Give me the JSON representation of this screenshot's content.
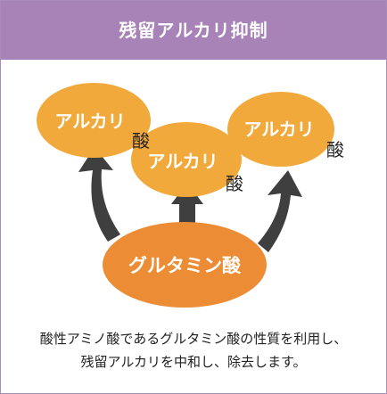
{
  "title": "残留アルカリ抑制",
  "diagram": {
    "alkali_left": {
      "main": "アルカリ",
      "suffix": "酸"
    },
    "alkali_center": {
      "main": "アルカリ",
      "suffix": "酸"
    },
    "alkali_right": {
      "main": "アルカリ",
      "suffix": "酸"
    },
    "glutamic": "グルタミン酸"
  },
  "caption": {
    "line1": "酸性アミノ酸であるグルタミン酸の性質を利用し、",
    "line2": "残留アルカリを中和し、除去します。"
  },
  "colors": {
    "header": "#a883b8",
    "border": "#a98cbc",
    "alkali_fill": "#f2a93b",
    "glutamic_fill": "#ec8c34",
    "arrow": "#3f3f3f"
  }
}
